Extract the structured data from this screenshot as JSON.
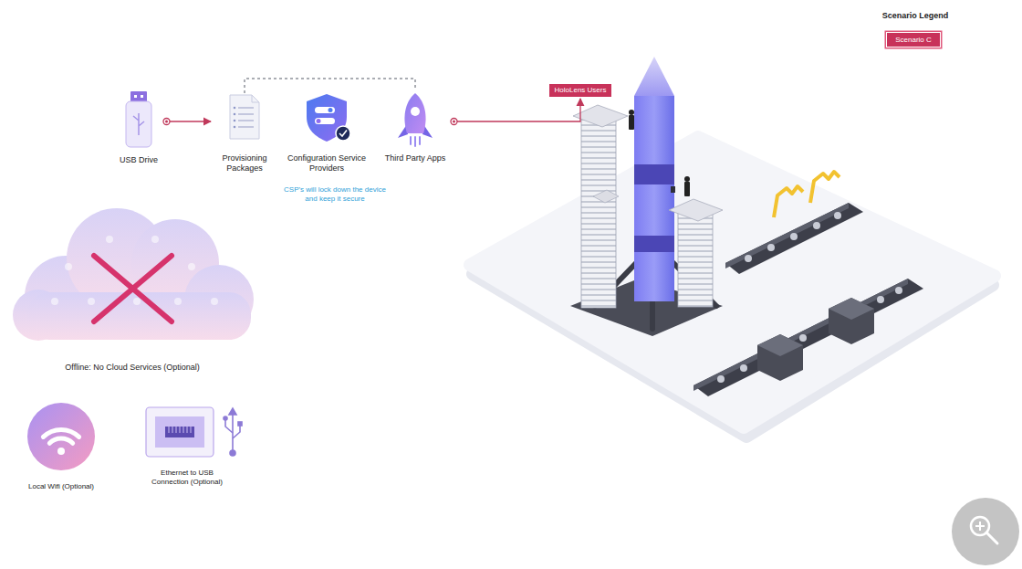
{
  "diagram": {
    "nodes": [
      {
        "text": [
          "USB Drive"
        ]
      },
      {
        "text": [
          "Provisioning Packages"
        ]
      },
      {
        "text": [
          "Configuration Service Providers"
        ]
      },
      {
        "text": [
          "Third Party Apps"
        ]
      },
      {
        "text": [
          "HoloLens Users"
        ]
      }
    ],
    "edges": [
      {
        "from": 0,
        "to": 1,
        "arrow": "to"
      },
      {
        "from": 3,
        "to": 4,
        "arrow": "to"
      }
    ],
    "labels": [
      "Scenario Legend",
      "CSP's will lock down the device and keep it secure",
      "Offline: No Cloud Services (Optional)",
      "Local Wifi (Optional)",
      "Ethernet to USB Connection (Optional)"
    ],
    "legend": [
      {
        "text": "Scenario C",
        "color": "#c8325a"
      }
    ]
  }
}
